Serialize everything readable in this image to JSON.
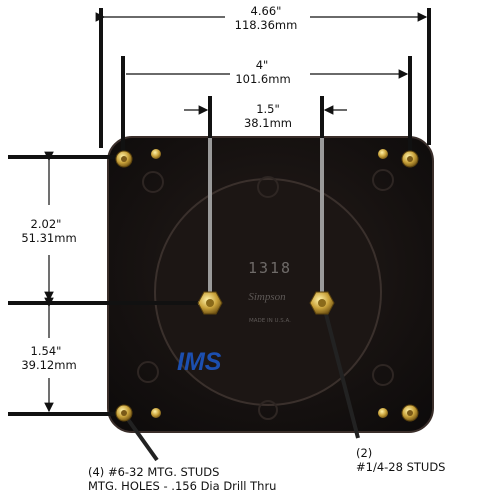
{
  "dimensions": {
    "overall_width": {
      "inch": "4.66\"",
      "mm": "118.36mm"
    },
    "stud_spacing": {
      "inch": "4\"",
      "mm": "101.6mm"
    },
    "terminal_spacing": {
      "inch": "1.5\"",
      "mm": "38.1mm"
    },
    "upper_vertical": {
      "inch": "2.02\"",
      "mm": "51.31mm"
    },
    "lower_vertical": {
      "inch": "1.54\"",
      "mm": "39.12mm"
    }
  },
  "callouts": {
    "mounting_line1": "(4) #6-32 MTG. STUDS",
    "mounting_line2": "MTG. HOLES - .156 Dia Drill Thru",
    "terminal_line1": "(2)",
    "terminal_line2": "#1/4-28 STUDS"
  },
  "meter_face": {
    "model": "1318",
    "brand": "Simpson",
    "origin": "MADE IN U.S.A."
  },
  "watermark": "IMS",
  "colors": {
    "case": "#141111",
    "case_edge": "#3a2e2a",
    "leader_lines": "#9a9a9a",
    "dim_lines": "#111111",
    "brass": "#c9a23a",
    "watermark": "#1c4fb0"
  }
}
